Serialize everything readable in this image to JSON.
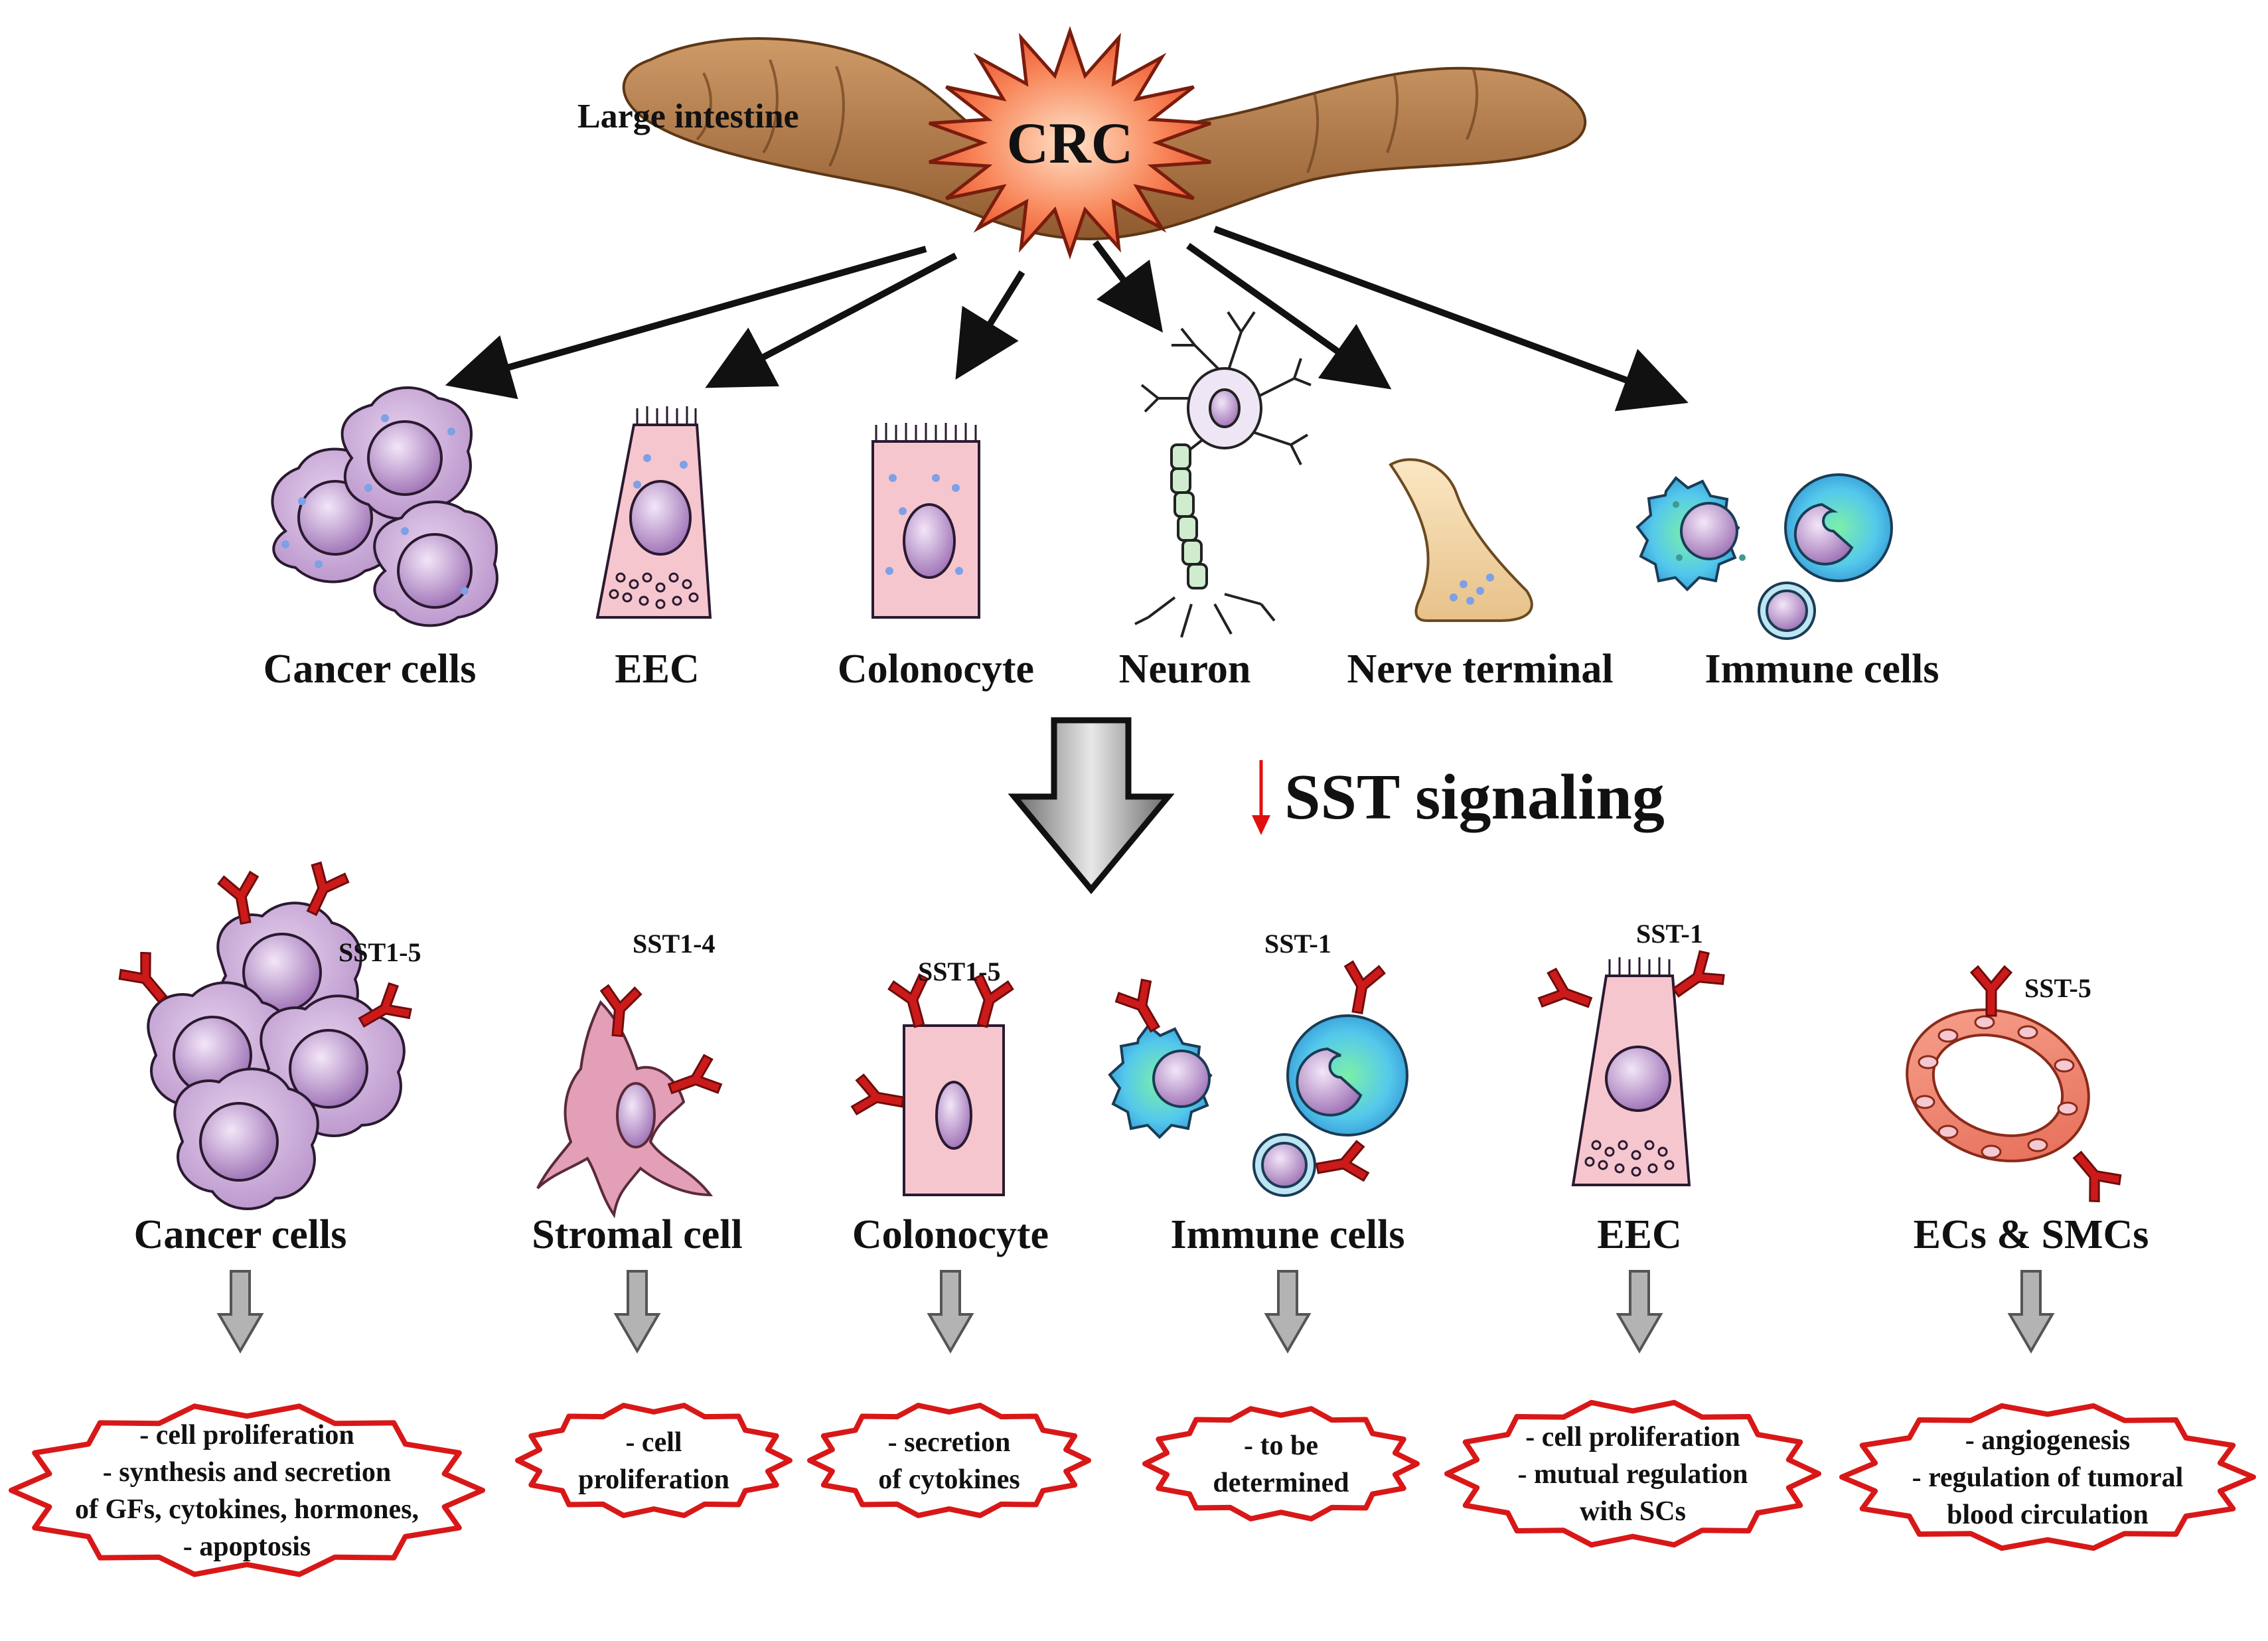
{
  "header": {
    "organ_label": "Large intestine",
    "tumor_label": "CRC"
  },
  "top_cells": [
    {
      "label": "Cancer cells"
    },
    {
      "label": "EEC"
    },
    {
      "label": "Colonocyte"
    },
    {
      "label": "Neuron"
    },
    {
      "label": "Nerve terminal"
    },
    {
      "label": "Immune cells"
    }
  ],
  "signal": {
    "label": "SST signaling",
    "direction": "decreased",
    "arrow_color": "#e01010"
  },
  "bottom_cells": [
    {
      "label": "Cancer cells",
      "receptor": "SST1-5",
      "effects": [
        "- cell proliferation",
        "- synthesis and secretion",
        "of GFs, cytokines, hormones,",
        "- apoptosis"
      ]
    },
    {
      "label": "Stromal cell",
      "receptor": "SST1-4",
      "effects": [
        "- cell",
        "proliferation"
      ]
    },
    {
      "label": "Colonocyte",
      "receptor": "SST1-5",
      "effects": [
        "- secretion",
        "of cytokines"
      ]
    },
    {
      "label": "Immune cells",
      "receptor": "SST-1",
      "effects": [
        "- to be",
        "determined"
      ]
    },
    {
      "label": "EEC",
      "receptor": "SST-1",
      "effects": [
        "- cell proliferation",
        "- mutual regulation",
        "with SCs"
      ]
    },
    {
      "label": "ECs & SMCs",
      "receptor": "SST-5",
      "effects": [
        "- angiogenesis",
        "- regulation of tumoral",
        "blood circulation"
      ]
    }
  ],
  "colors": {
    "receptor": "#cc1a1a",
    "effect_border": "#d81818",
    "cancer_cell": "#c9a6d6",
    "nucleus": "#b88fcb",
    "epithelial": "#f6c6cf",
    "immune": "#5fc6e8",
    "intestine": "#b07a4a",
    "burst": "#f05a38"
  }
}
